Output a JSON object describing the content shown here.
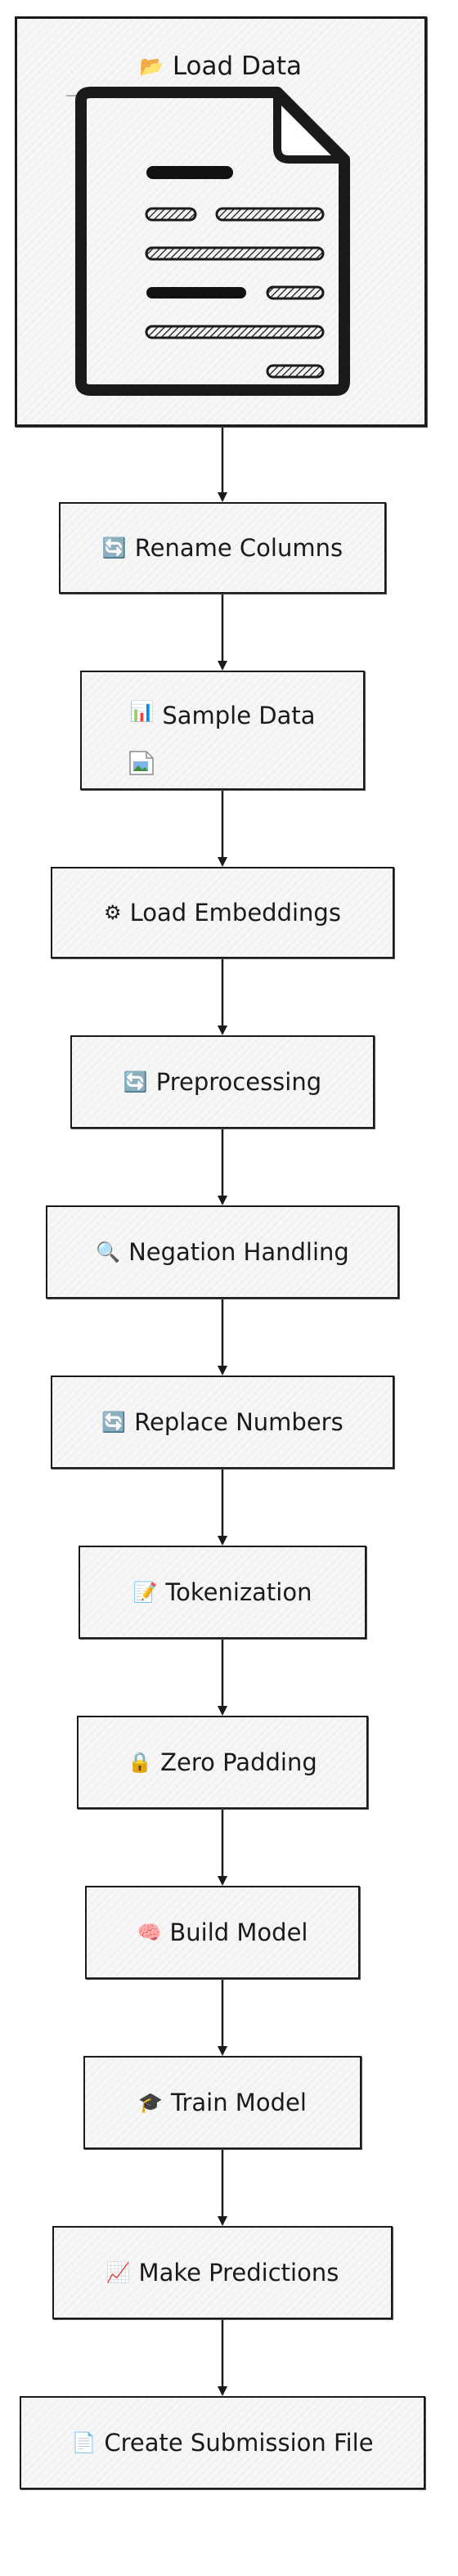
{
  "nodes": [
    {
      "label": "Load Data",
      "icon": "folder-icon",
      "glyph": "📂"
    },
    {
      "label": "Rename Columns",
      "icon": "refresh-icon",
      "glyph": "🔄"
    },
    {
      "label": "Sample Data",
      "icon": "bar-chart-icon",
      "glyph": "📊"
    },
    {
      "label": "Load Embeddings",
      "icon": "gear-icon",
      "glyph": "⚙"
    },
    {
      "label": "Preprocessing",
      "icon": "refresh-icon",
      "glyph": "🔄"
    },
    {
      "label": "Negation Handling",
      "icon": "magnifier-icon",
      "glyph": "🔍"
    },
    {
      "label": "Replace Numbers",
      "icon": "refresh-icon",
      "glyph": "🔄"
    },
    {
      "label": "Tokenization",
      "icon": "memo-icon",
      "glyph": "📝"
    },
    {
      "label": "Zero Padding",
      "icon": "lock-icon",
      "glyph": "🔒"
    },
    {
      "label": "Build Model",
      "icon": "brain-icon",
      "glyph": "🧠"
    },
    {
      "label": "Train Model",
      "icon": "graduation-cap-icon",
      "glyph": "🎓"
    },
    {
      "label": "Make Predictions",
      "icon": "chart-increasing-icon",
      "glyph": "📈"
    },
    {
      "label": "Create Submission File",
      "icon": "page-icon",
      "glyph": "📄"
    }
  ],
  "colors": {
    "stroke": "#1a1a1a",
    "fill": "#f6f6f6"
  }
}
